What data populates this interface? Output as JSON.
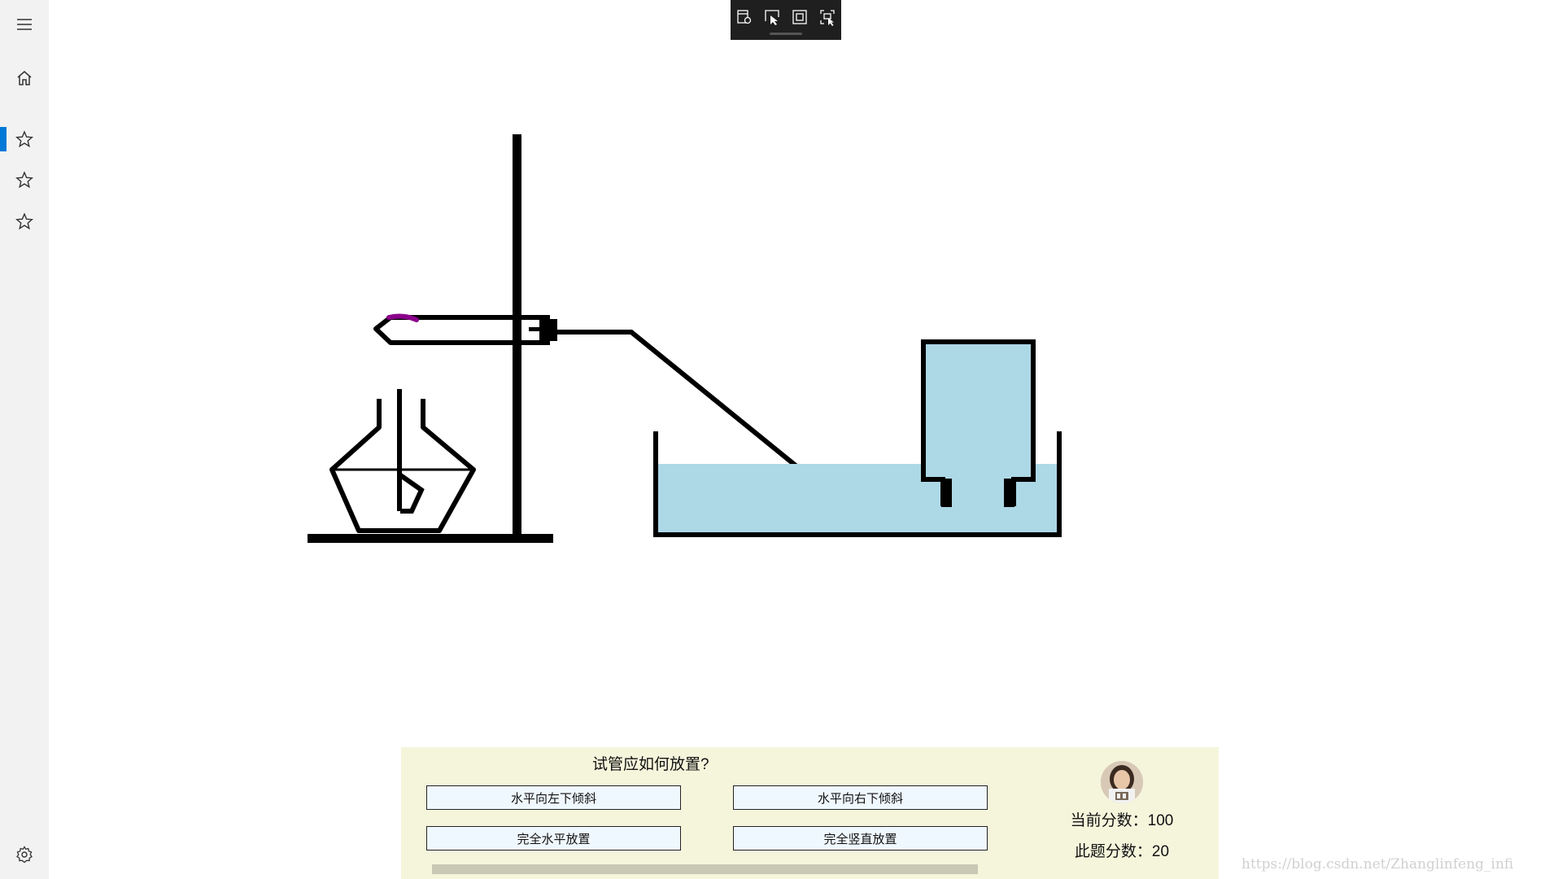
{
  "sidebar": {
    "items": [
      {
        "icon": "hamburger-icon"
      },
      {
        "icon": "home-icon"
      },
      {
        "icon": "star-icon",
        "active": true
      },
      {
        "icon": "star-icon"
      },
      {
        "icon": "star-icon"
      },
      {
        "icon": "gear-icon"
      }
    ],
    "accent_color": "#0078d7"
  },
  "dev_toolbar": {
    "tools": [
      "live-visual-tree-icon",
      "select-element-icon",
      "display-layout-adorners-icon",
      "track-focus-icon"
    ]
  },
  "apparatus": {
    "colors": {
      "stroke": "#000000",
      "water": "#add8e6",
      "reagent": "#8b008b"
    }
  },
  "quiz": {
    "question": "试管应如何放置?",
    "options": [
      "水平向左下倾斜",
      "水平向右下倾斜",
      "完全水平放置",
      "完全竖直放置"
    ],
    "current_score_label": "当前分数：100",
    "question_score_label": "此题分数：20",
    "progress": 1.0,
    "panel_color": "#f5f5dc",
    "button_color": "#f0f8ff"
  },
  "watermark": "https://blog.csdn.net/Zhanglinfeng_infi"
}
